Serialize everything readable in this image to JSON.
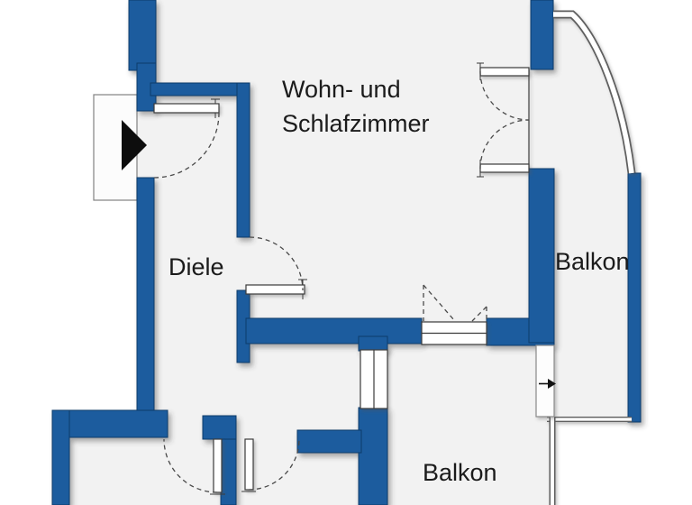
{
  "plan": {
    "type": "apartment-floor-plan",
    "rooms": {
      "living_bedroom": {
        "label_line1": "Wohn- und",
        "label_line2": "Schlafzimmer"
      },
      "hallway": {
        "label": "Diele"
      },
      "balcony_right": {
        "label": "Balkon"
      },
      "balcony_bottom": {
        "label": "Balkon"
      }
    },
    "icons": {
      "entrance_arrow": "black-triangle-right",
      "sliding_door_arrow": "arrow-right"
    }
  },
  "palette": {
    "wall_blue": "#1d5c9e",
    "wall_edge": "#0d3a6b",
    "floor_gray": "#f2f2f2",
    "background": "#ffffff",
    "line_dark": "#3b3b3b",
    "railing_gray": "#5f5f5f",
    "text": "#1b1b1b"
  }
}
